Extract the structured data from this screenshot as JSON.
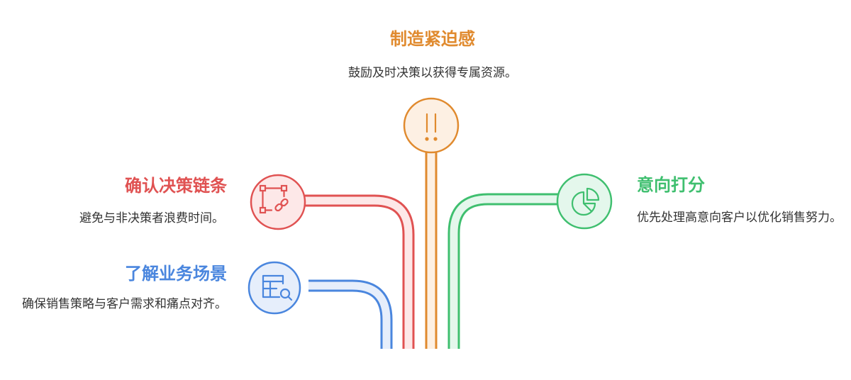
{
  "colors": {
    "orange": "#e08a2e",
    "orange_fill": "#fdf0e3",
    "red": "#e05252",
    "red_fill": "#fde8e8",
    "blue": "#4a86de",
    "blue_fill": "#e6eefb",
    "green": "#3fbf6f",
    "green_fill": "#e4f7ec"
  },
  "items": {
    "urgency": {
      "title": "制造紧迫感",
      "desc": "鼓励及时决策以获得专属资源。",
      "icon": "exclamation-icon"
    },
    "decision_chain": {
      "title": "确认决策链条",
      "desc": "避免与非决策者浪费时间。",
      "icon": "link-icon"
    },
    "scenario": {
      "title": "了解业务场景",
      "desc": "确保销售策略与客户需求和痛点对齐。",
      "icon": "table-search-icon"
    },
    "intent": {
      "title": "意向打分",
      "desc": "优先处理高意向客户以优化销售努力。",
      "icon": "pie-chart-icon"
    }
  }
}
